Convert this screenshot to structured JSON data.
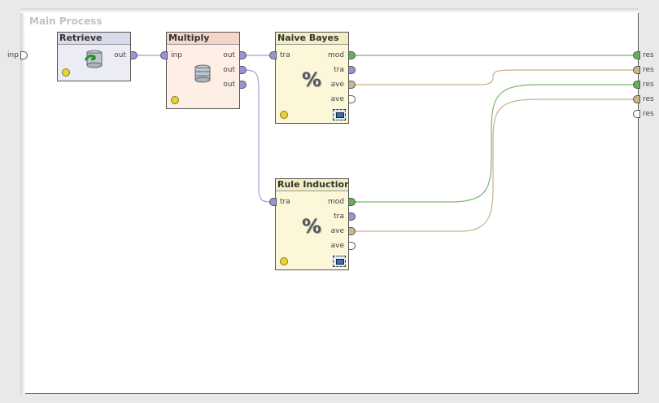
{
  "process": {
    "title": "Main Process"
  },
  "left_port": {
    "label": "inp"
  },
  "right_ports": [
    {
      "label": "res",
      "color": "#66b05a"
    },
    {
      "label": "res",
      "color": "#c9b98a"
    },
    {
      "label": "res",
      "color": "#66b05a"
    },
    {
      "label": "res",
      "color": "#c9b98a"
    },
    {
      "label": "res",
      "color": "#ffffff"
    }
  ],
  "operators": {
    "retrieve": {
      "name": "Retrieve",
      "icon": "database-arrow-icon",
      "header_color": "#d9d9ec",
      "body_color": "#ececf6",
      "inputs": [],
      "outputs": [
        {
          "label": "out",
          "color": "#9b93d6"
        }
      ]
    },
    "multiply": {
      "name": "Multiply",
      "icon": "database-icon",
      "header_color": "#f4d5c8",
      "body_color": "#fdeee6",
      "inputs": [
        {
          "label": "inp",
          "color": "#9b93d6"
        }
      ],
      "outputs": [
        {
          "label": "out",
          "color": "#9b93d6"
        },
        {
          "label": "out",
          "color": "#9b93d6"
        },
        {
          "label": "out",
          "color": "#9b93d6"
        }
      ]
    },
    "naive_bayes": {
      "name": "Naive Bayes",
      "icon": "percent-icon",
      "header_color": "#f3edc3",
      "body_color": "#fbf7d8",
      "inputs": [
        {
          "label": "tra",
          "color": "#9b93d6"
        }
      ],
      "outputs": [
        {
          "label": "mod",
          "color": "#66b05a"
        },
        {
          "label": "tra",
          "color": "#9b93d6"
        },
        {
          "label": "ave",
          "color": "#c9b98a"
        },
        {
          "label": "ave",
          "color": "#ffffff"
        }
      ]
    },
    "rule_induction": {
      "name": "Rule Induction",
      "icon": "percent-icon",
      "header_color": "#f3edc3",
      "body_color": "#fbf7d8",
      "inputs": [
        {
          "label": "tra",
          "color": "#9b93d6"
        }
      ],
      "outputs": [
        {
          "label": "mod",
          "color": "#66b05a"
        },
        {
          "label": "tra",
          "color": "#9b93d6"
        },
        {
          "label": "ave",
          "color": "#c9b98a"
        },
        {
          "label": "ave",
          "color": "#ffffff"
        }
      ]
    }
  },
  "wire_colors": {
    "data": "#a89ed8",
    "model": "#7ab36e",
    "performance": "#c9b08a"
  }
}
